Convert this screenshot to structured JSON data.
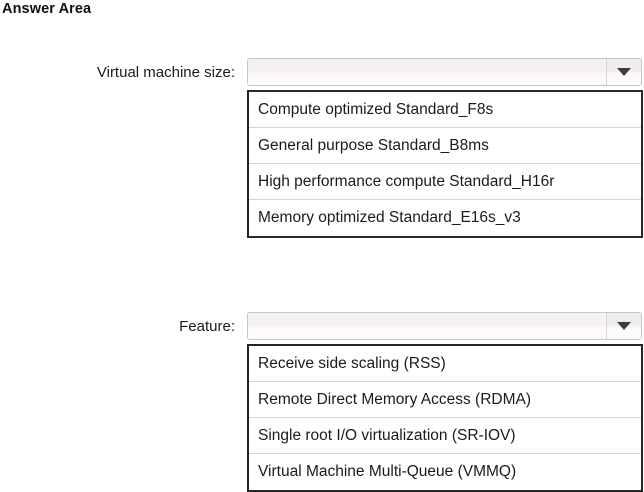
{
  "page": {
    "title": "Answer Area"
  },
  "fields": [
    {
      "key": "virtual_machine_size",
      "label": "Virtual machine size:",
      "selected_value": "",
      "placeholder": "",
      "arrow_icon": "chevron-down-icon",
      "options": [
        "Compute optimized Standard_F8s",
        "General purpose Standard_B8ms",
        "High performance compute Standard_H16r",
        "Memory optimized Standard_E16s_v3"
      ]
    },
    {
      "key": "feature",
      "label": "Feature:",
      "selected_value": "",
      "placeholder": "",
      "arrow_icon": "chevron-down-icon",
      "options": [
        "Receive side scaling (RSS)",
        "Remote Direct Memory Access (RDMA)",
        "Single root I/O virtualization (SR-IOV)",
        "Virtual Machine Multi-Queue (VMMQ)"
      ]
    }
  ],
  "colors": {
    "page_background": "#ffffff",
    "text": "#1b1b1b",
    "combo_border": "#c8c4c4",
    "list_border": "#262626",
    "row_divider": "#d6d6d6",
    "arrow_fill": "#3d3d3d"
  }
}
